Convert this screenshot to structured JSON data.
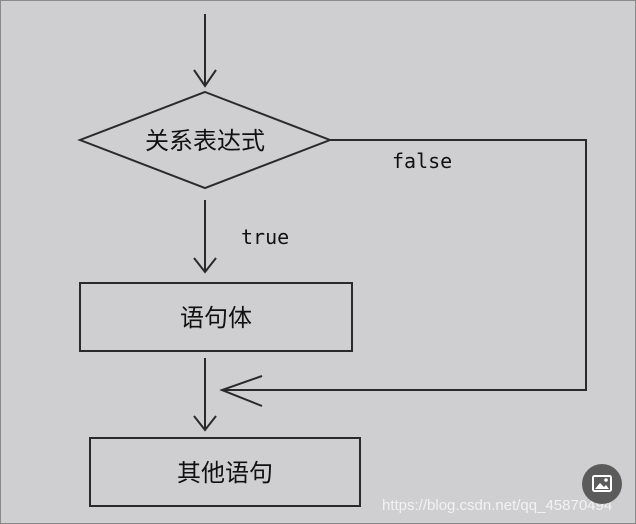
{
  "diagram": {
    "decision": {
      "label": "关系表达式"
    },
    "process": {
      "label": "语句体"
    },
    "next": {
      "label": "其他语句"
    },
    "edges": {
      "true_label": "true",
      "false_label": "false"
    }
  },
  "watermark": {
    "text": "https://blog.csdn.net/qq_45870494"
  },
  "icons": {
    "image_button": "image-icon"
  },
  "colors": {
    "background": "#cfcfd1",
    "stroke": "#2a2a2a",
    "text": "#111111"
  }
}
